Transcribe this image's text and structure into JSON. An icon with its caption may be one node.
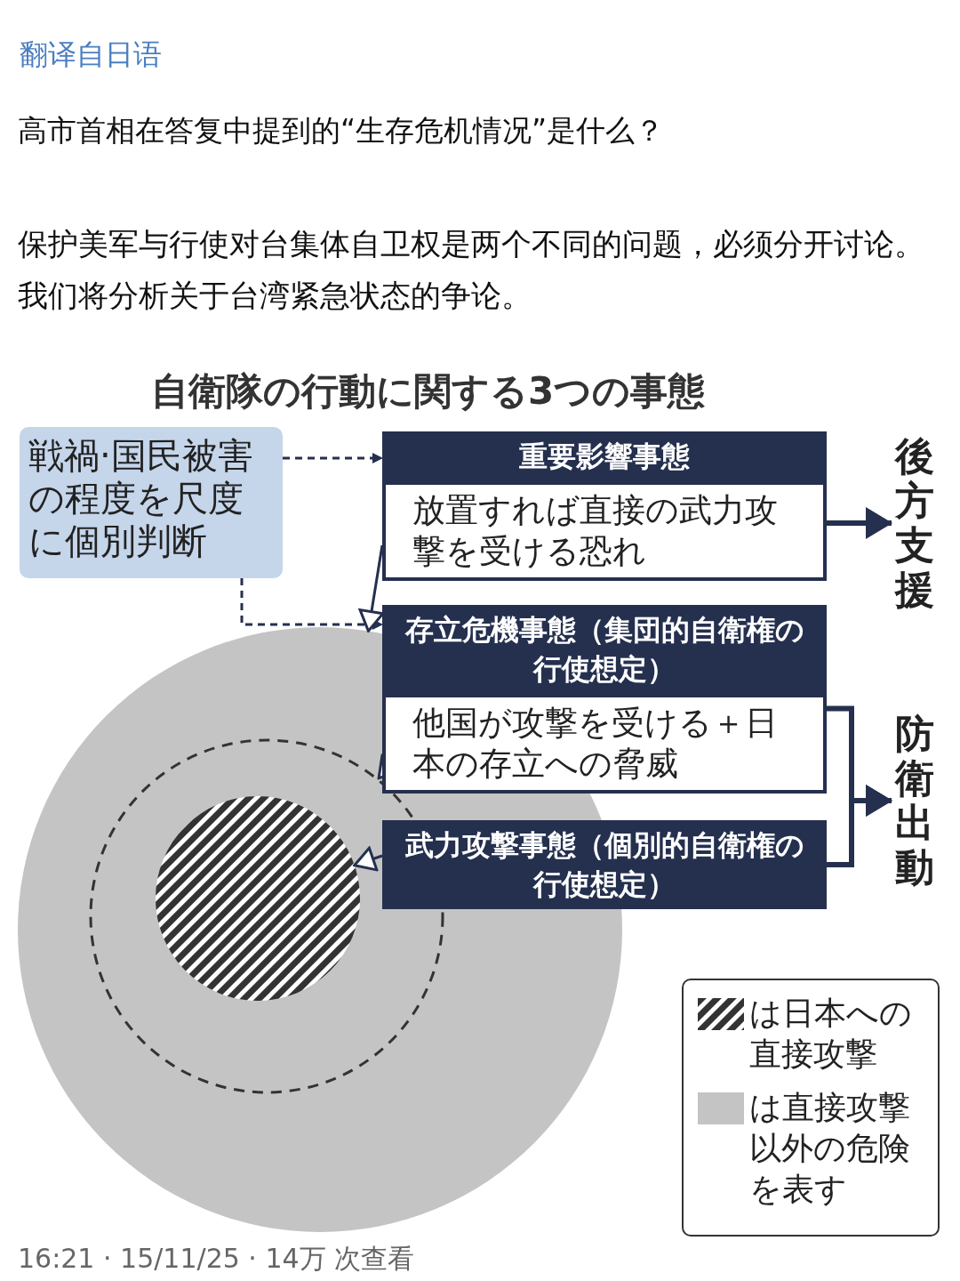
{
  "diagram": {
    "title": "自衛隊の行動に関する3つの事態",
    "nodes": [
      {
        "text": [
          "戦禍·国民被害の程度を尺度に個別判断"
        ]
      },
      {
        "text": [
          "重要影響事態",
          "放置すれば直接の武力攻撃を受ける恐れ"
        ]
      },
      {
        "text": [
          "存立危機事態（集団的自衛権の行使想定）",
          "他国が攻撃を受ける＋日本の存立への脅威"
        ]
      },
      {
        "text": [
          "武力攻撃事態（個別的自衛権の行使想定）"
        ]
      },
      {
        "text": [
          "後方支援"
        ]
      },
      {
        "text": [
          "防衛出動"
        ]
      },
      {
        "text": [],
        "shape": "circle"
      },
      {
        "text": [],
        "shape": "circle",
        "in": 6
      },
      {
        "text": [],
        "shape": "circle",
        "in": 7
      }
    ],
    "edges": [
      {
        "from": 0,
        "to": 1,
        "arrow": "to",
        "style": "dashed"
      },
      {
        "from": 0,
        "to": 2,
        "arrow": "to",
        "style": "dashed"
      },
      {
        "from": 1,
        "to": 4,
        "arrow": "to",
        "style": "thick"
      },
      {
        "from": 2,
        "to": 5,
        "arrow": "to",
        "style": "thick"
      },
      {
        "from": 3,
        "to": 5,
        "arrow": "to",
        "style": "thick"
      },
      {
        "from": 1,
        "to": 6,
        "arrow": "to"
      },
      {
        "from": 2,
        "to": 7,
        "arrow": "to"
      },
      {
        "from": 3,
        "to": 8,
        "arrow": "to"
      }
    ],
    "labels": [
      "翻译自日语",
      "高市首相在答复中提到的“生存危机情况”是什么？",
      "保护美军与行使对台集体自卫权是两个不同的问题，必须分开讨论。我们将分析关于台湾紧急状态的争论。",
      "16:21 · 15/11/25 · 14万 次查看"
    ],
    "legend": [
      {
        "text": "は日本への直接攻撃"
      },
      {
        "text": "は直接攻撃以外の危険を表す",
        "color": "#c4c4c4"
      }
    ]
  }
}
